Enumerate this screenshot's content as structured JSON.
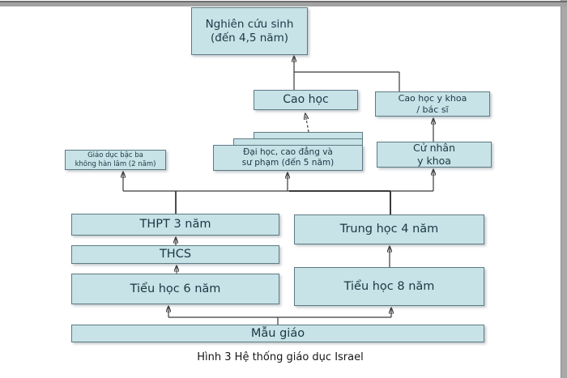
{
  "colors": {
    "box_fill": "#c7e3e7",
    "box_border": "#5e7a84",
    "line": "#3a3a3a",
    "text": "#1b3744"
  },
  "diagram": {
    "boxes": {
      "nghien_cuu_sinh": "Nghiên cứu sinh\n(đến 4,5 năm)",
      "cao_hoc": "Cao học",
      "cao_hoc_y_khoa": "Cao học y khoa\n/ bác sĩ",
      "giao_duc_bac_ba": "Giáo dục bậc ba\nkhông hàn lâm (2 năm)",
      "dai_hoc": "Đại học, cao đẳng và\nsư phạm (đến 5 năm)",
      "cu_nhan_y_khoa": "Cử nhân\ny khoa",
      "thpt": "THPT 3 năm",
      "trung_hoc": "Trung học 4 năm",
      "thcs": "THCS",
      "tieu_hoc_6": "Tiểu học 6 năm",
      "tieu_hoc_8": "Tiểu học 8 năm",
      "mau_giao": "Mẫu giáo"
    },
    "caption": "Hình 3 Hệ thống giáo dục Israel"
  }
}
